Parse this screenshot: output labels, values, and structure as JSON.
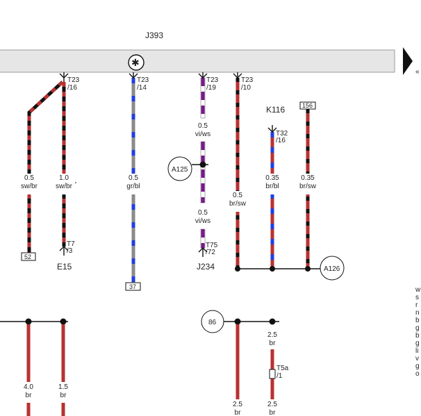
{
  "components": {
    "j393": "J393",
    "k116": "K116",
    "e15": "E15",
    "j234": "J234"
  },
  "connectors": {
    "t23_16": [
      "T23",
      "/16"
    ],
    "t23_14": [
      "T23",
      "/14"
    ],
    "t23_19": [
      "T23",
      "/19"
    ],
    "t23_10": [
      "T23",
      "/10"
    ],
    "t32_16": [
      "T32",
      "/16"
    ],
    "t7_3": [
      "T7",
      "/3"
    ],
    "t75_72": [
      "T75",
      "/72"
    ],
    "t5a_1": [
      "T5a",
      "/1"
    ]
  },
  "ground_points": {
    "a125": "A125",
    "a126": "A126",
    "p86": "86"
  },
  "fuse_refs": {
    "r52": "52",
    "r37": "37",
    "r156": "156"
  },
  "wires": {
    "w1": [
      "0.5",
      "sw/br"
    ],
    "w2": [
      "1.0",
      "sw/br"
    ],
    "w3": [
      "0.5",
      "gr/bl"
    ],
    "w4a": [
      "0.5",
      "vi/ws"
    ],
    "w4b": [
      "0.5",
      "vi/ws"
    ],
    "w5": [
      "0.5",
      "br/sw"
    ],
    "w6": [
      "0.35",
      "br/bl"
    ],
    "w7": [
      "0.35",
      "br/sw"
    ],
    "w8": [
      "4.0",
      "br"
    ],
    "w9": [
      "1.5",
      "br"
    ],
    "w10": [
      "2.5",
      "br"
    ],
    "w11": [
      "2.5",
      "br"
    ],
    "w12": [
      "2.5",
      "br"
    ]
  },
  "legend_letters": [
    "w",
    "s",
    "r",
    "n",
    "b",
    "g",
    "b",
    "g",
    "li",
    "v",
    "g",
    "o"
  ],
  "colors": {
    "sw": "#111111",
    "br": "#b83232",
    "bl": "#1f3fe0",
    "gr": "#8a8a8a",
    "vi": "#7a1690",
    "ws": "#ffffff",
    "bar_fill": "#e6e6e6"
  }
}
